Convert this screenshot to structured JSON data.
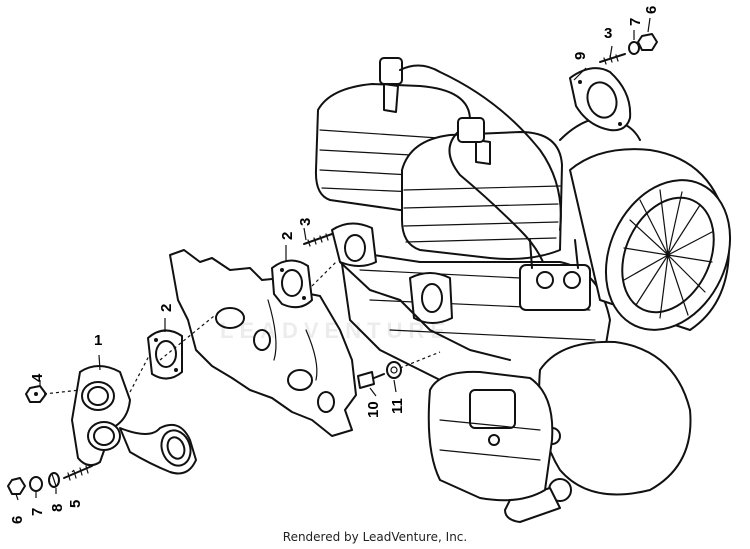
{
  "diagram": {
    "callouts": {
      "c1": "1",
      "c2_left": "2",
      "c2_mid": "2",
      "c3_mid": "3",
      "c3_top": "3",
      "c4": "4",
      "c5": "5",
      "c6_top": "6",
      "c6_bottom": "6",
      "c7_top": "7",
      "c7_bottom": "7",
      "c8": "8",
      "c9": "9",
      "c10": "10",
      "c11": "11"
    },
    "watermark": "LEADVENTURE",
    "footer": "Rendered by LeadVenture, Inc."
  }
}
